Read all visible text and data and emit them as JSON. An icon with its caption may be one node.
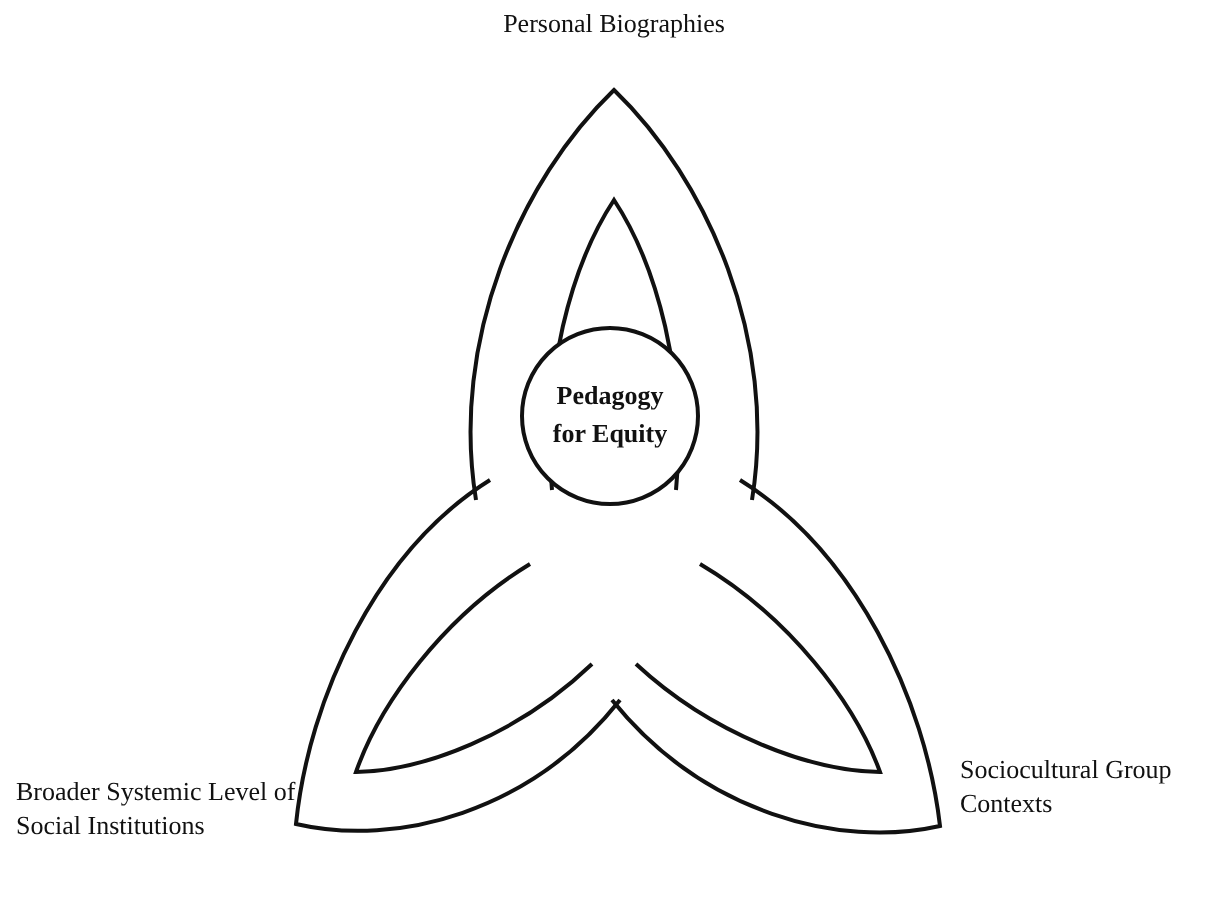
{
  "diagram": {
    "nodes": [
      {
        "text": [
          "Pedagogy for Equity"
        ]
      }
    ],
    "labels": [
      "Personal Biographies",
      "Sociocultural Group Contexts",
      "Broader Systemic Level of Social Institutions"
    ]
  }
}
